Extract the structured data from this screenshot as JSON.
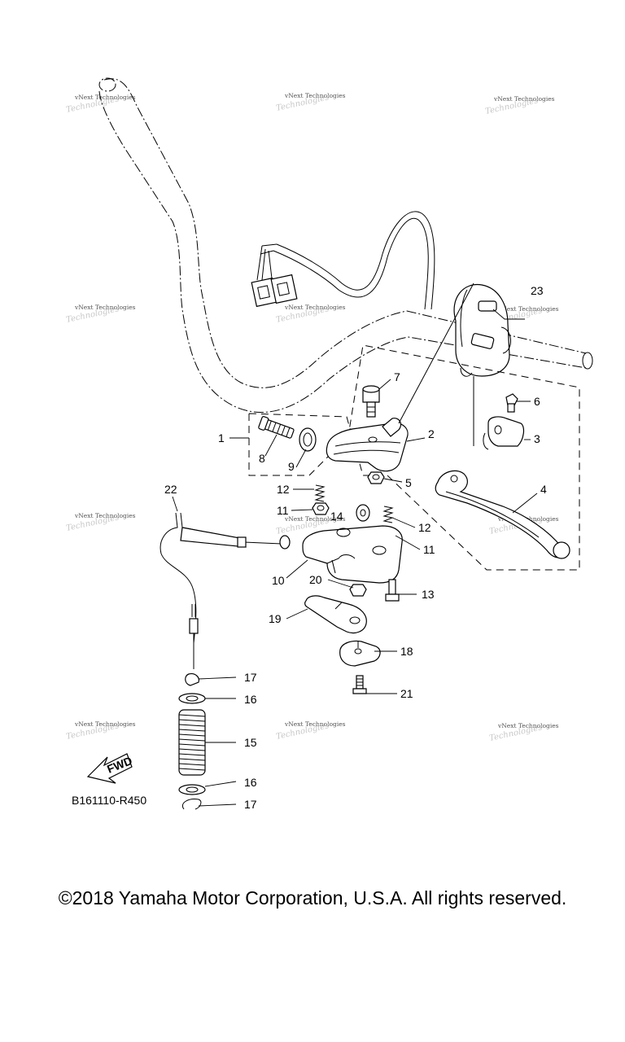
{
  "diagram_code": "B161110-R450",
  "fwd_label": "FWD",
  "watermark": {
    "line1": "vNext Technologies",
    "line2": "Technologies"
  },
  "callouts": {
    "c1": "1",
    "c2": "2",
    "c3": "3",
    "c4": "4",
    "c5": "5",
    "c6": "6",
    "c7": "7",
    "c8": "8",
    "c9": "9",
    "c10": "10",
    "c11a": "11",
    "c11b": "11",
    "c12a": "12",
    "c12b": "12",
    "c13": "13",
    "c14": "14",
    "c15": "15",
    "c16a": "16",
    "c16b": "16",
    "c17a": "17",
    "c17b": "17",
    "c18": "18",
    "c19": "19",
    "c20": "20",
    "c21": "21",
    "c22": "22",
    "c23": "23"
  },
  "copyright": "©2018 Yamaha Motor Corporation, U.S.A. All rights reserved."
}
